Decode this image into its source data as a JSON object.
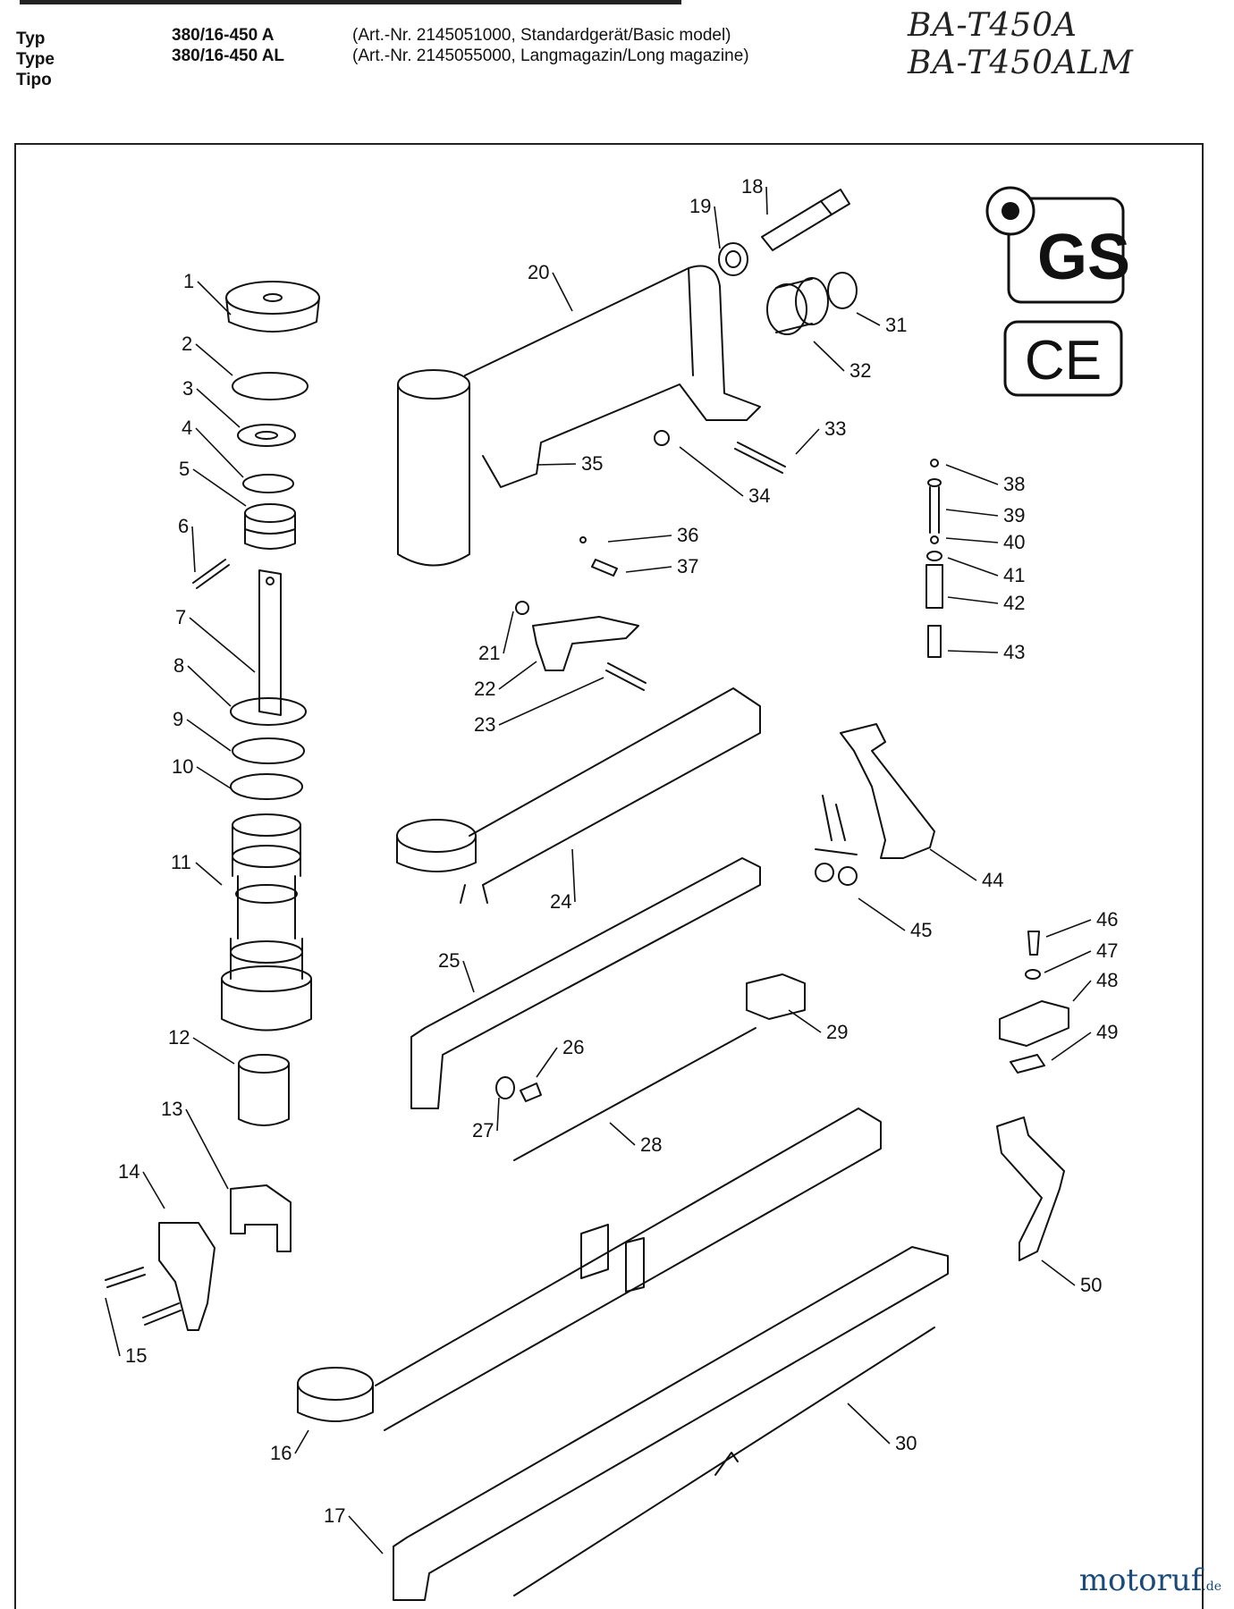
{
  "header": {
    "labels": [
      "Typ",
      "Type",
      "Tipo"
    ],
    "models": [
      "380/16-450 A",
      "380/16-450 AL"
    ],
    "notes": [
      "(Art.-Nr. 2145051000, Standardgerät/Basic model)",
      "(Art.-Nr. 2145055000,  Langmagazin/Long magazine)"
    ],
    "handwritten": [
      "BA-T450A",
      "BA-T450ALM"
    ]
  },
  "badges": {
    "gs": "GS",
    "ce": "CE"
  },
  "footer": {
    "brand": "motoruf",
    "tld": ".de"
  },
  "parts": [
    {
      "n": "1"
    },
    {
      "n": "2"
    },
    {
      "n": "3"
    },
    {
      "n": "4"
    },
    {
      "n": "5"
    },
    {
      "n": "6"
    },
    {
      "n": "7"
    },
    {
      "n": "8"
    },
    {
      "n": "9"
    },
    {
      "n": "10"
    },
    {
      "n": "11"
    },
    {
      "n": "12"
    },
    {
      "n": "13"
    },
    {
      "n": "14"
    },
    {
      "n": "15"
    },
    {
      "n": "16"
    },
    {
      "n": "17"
    },
    {
      "n": "18"
    },
    {
      "n": "19"
    },
    {
      "n": "20"
    },
    {
      "n": "21"
    },
    {
      "n": "22"
    },
    {
      "n": "23"
    },
    {
      "n": "24"
    },
    {
      "n": "25"
    },
    {
      "n": "26"
    },
    {
      "n": "27"
    },
    {
      "n": "28"
    },
    {
      "n": "29"
    },
    {
      "n": "30"
    },
    {
      "n": "31"
    },
    {
      "n": "32"
    },
    {
      "n": "33"
    },
    {
      "n": "34"
    },
    {
      "n": "35"
    },
    {
      "n": "36"
    },
    {
      "n": "37"
    },
    {
      "n": "38"
    },
    {
      "n": "39"
    },
    {
      "n": "40"
    },
    {
      "n": "41"
    },
    {
      "n": "42"
    },
    {
      "n": "43"
    },
    {
      "n": "44"
    },
    {
      "n": "45"
    },
    {
      "n": "46"
    },
    {
      "n": "47"
    },
    {
      "n": "48"
    },
    {
      "n": "49"
    },
    {
      "n": "50"
    }
  ]
}
